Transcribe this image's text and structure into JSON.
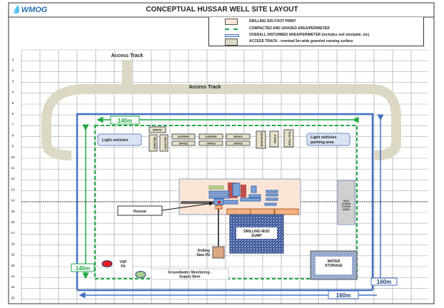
{
  "header": {
    "logo": "WMOG",
    "title": "CONCEPTUAL HUSSAR WELL SITE LAYOUT"
  },
  "legend": [
    {
      "label": "DRILLING RIG FOOT PRINT"
    },
    {
      "label": "COMPACTED AND GRADED AREA/PERIMETER"
    },
    {
      "label": "OVERALL DISTURBED AREA/PERIMETER (includes soil stockpile, etc)"
    },
    {
      "label": "ACCESS TRACK - nominal 5m wide graveled running surface"
    }
  ],
  "rows": [
    "1",
    "2",
    "3",
    "4",
    "5",
    "6",
    "7",
    "8",
    "9",
    "10",
    "11",
    "12",
    "13",
    "14",
    "15",
    "16",
    "17",
    "18",
    "19",
    "20",
    "21",
    "22",
    "23"
  ],
  "labels": {
    "access_track_top": "Access Track",
    "access_track_main": "Access Track",
    "dim_140_top": "140m",
    "dim_140_left": "140m",
    "dim_160_bottom": "160m",
    "dim_160_right": "160m",
    "light_vehicles": "Light vehicles",
    "parking_area_1": "Light vehicles",
    "parking_area_2": "parking area",
    "waste": "WASTE",
    "welfare": "WELFARE",
    "ablution": "ABLUTION",
    "sleeper_1": "SLEEPER",
    "sleeper_2": "SLEEPER",
    "smoko": "SMOKO",
    "office_1": "OFFICE",
    "office_2": "OFFICE",
    "office_3": "OFFICE",
    "store_1": "WORKSHOP",
    "store_2": "STORE",
    "store_3": "TOOL PUSH",
    "hussar": "Hussar",
    "mud_chems_1": "MUD",
    "mud_chems_2": "CHEMS",
    "mud_chems_3": "STORE",
    "mud_chems_4": "AREA",
    "sump_1": "DRILLING MUD",
    "sump_2": "SUMP",
    "flare_1": "Drilling",
    "flare_2": "flare Pit",
    "vsp_1": "VSP",
    "vsp_2": "Pit",
    "bore_1": "Groundwater Monitoring -",
    "bore_2": "Supply Bore",
    "water_1": "WATER",
    "water_2": "STORAGE"
  },
  "colors": {
    "blue": "#4472c4",
    "green": "#1fa844",
    "track": "#dcd8c4",
    "rig": "#fbe5d6"
  }
}
